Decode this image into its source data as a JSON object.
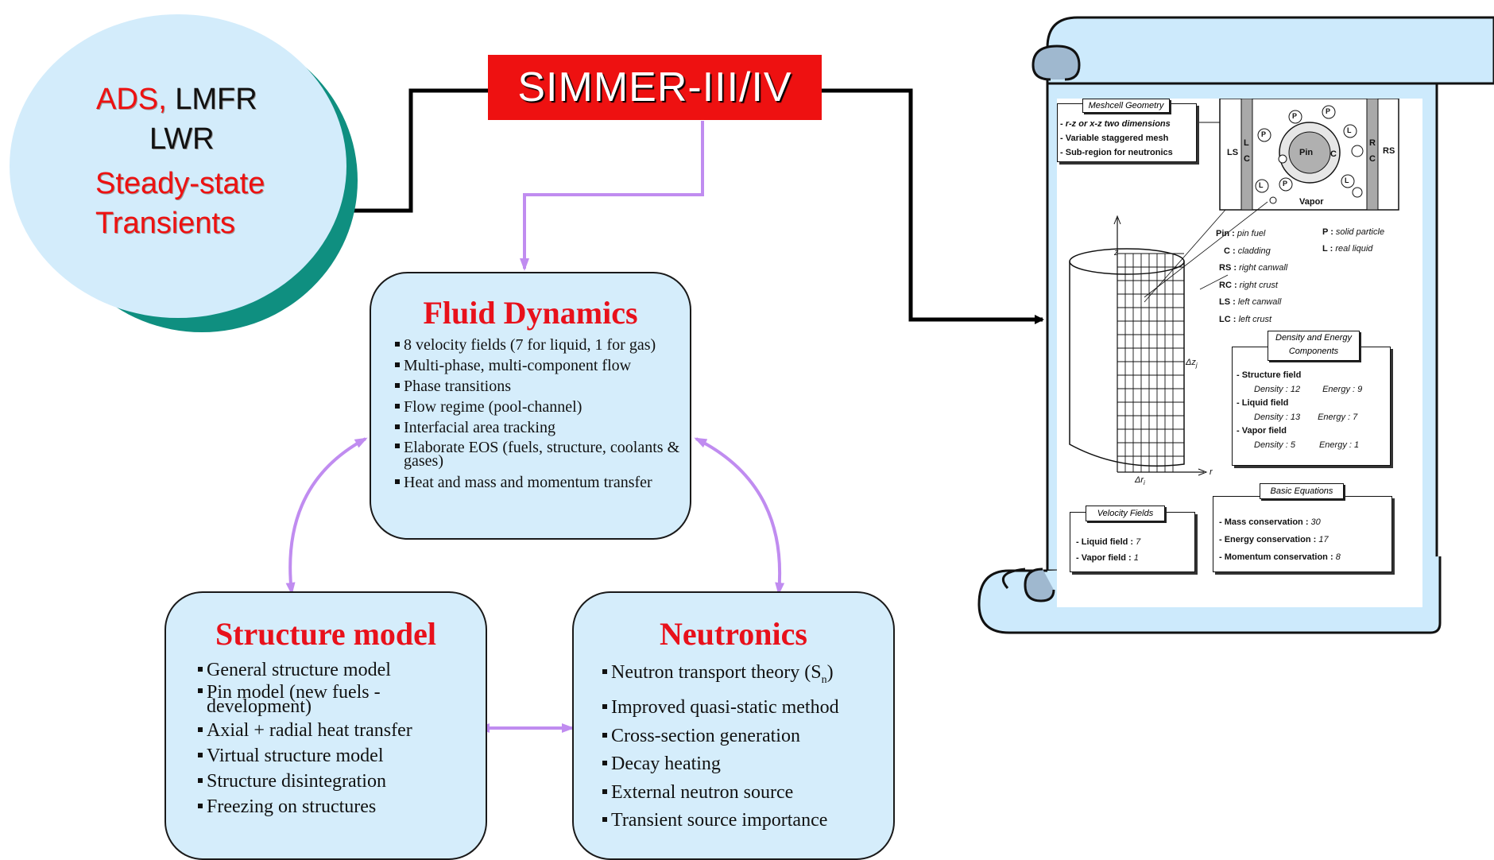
{
  "circle": {
    "line1_red": "ADS,",
    "line1_black": "LMFR",
    "line2": "LWR",
    "line3": "Steady-state",
    "line4": "Transients"
  },
  "title": "SIMMER-III/IV",
  "fluid_dynamics": {
    "heading": "Fluid Dynamics",
    "items": [
      "8 velocity fields (7 for liquid, 1 for gas)",
      "Multi-phase, multi-component flow",
      "Phase transitions",
      "Flow regime (pool-channel)",
      "Interfacial area tracking",
      "Elaborate EOS (fuels, structure, coolants & gases)",
      "Heat and mass and momentum transfer"
    ]
  },
  "structure_model": {
    "heading": "Structure model",
    "items": [
      "General structure model",
      "Pin model  (new fuels - development)",
      "Axial + radial heat transfer",
      "Virtual structure model",
      "Structure disintegration",
      "Freezing on structures"
    ]
  },
  "neutronics": {
    "heading": "Neutronics",
    "item1_prefix": "Neutron transport theory (S",
    "item1_sub": "n",
    "item1_suffix": ")",
    "items": [
      "Improved quasi-static method",
      "Cross-section generation",
      "Decay heating",
      "External neutron source",
      "Transient source importance"
    ]
  },
  "figure": {
    "meshcell_title": "Meshcell Geometry",
    "meshcell_items": [
      "r-z  or x-z  two dimensions",
      "Variable staggered mesh",
      "Sub-region for neutronics"
    ],
    "cell_labels": {
      "ls": "LS",
      "l": "L",
      "c": "C",
      "pin": "Pin",
      "r": "R",
      "rs": "RS",
      "vapor": "Vapor",
      "p": "P"
    },
    "legend": [
      {
        "key": "Pin :",
        "val": "pin fuel"
      },
      {
        "key": "C :",
        "val": "cladding"
      },
      {
        "key": "RS :",
        "val": "right canwall"
      },
      {
        "key": "RC :",
        "val": "right crust"
      },
      {
        "key": "LS :",
        "val": "left canwall"
      },
      {
        "key": "LC :",
        "val": "left crust"
      }
    ],
    "legend2": [
      {
        "key": "P :",
        "val": "solid particle"
      },
      {
        "key": "L :",
        "val": "real liquid"
      }
    ],
    "axis_z": "z",
    "axis_r": "r",
    "dz": "Δz",
    "dz_sub": "j",
    "dr": "Δr",
    "dr_sub": "i",
    "density_title": "Density and Energy Components",
    "fields": [
      {
        "name": "- Structure field",
        "density": "Density : 12",
        "energy": "Energy : 9"
      },
      {
        "name": "- Liquid field",
        "density": "Density :  13",
        "energy": "Energy :  7"
      },
      {
        "name": "- Vapor field",
        "density": "Density : 5",
        "energy": "Energy : 1"
      }
    ],
    "velocity_title": "Velocity Fields",
    "velocity_items": [
      {
        "key": "- Liquid field :",
        "val": "7"
      },
      {
        "key": "- Vapor field :",
        "val": "1"
      }
    ],
    "equations_title": "Basic Equations",
    "equations": [
      {
        "key": "- Mass conservation :",
        "val": "30"
      },
      {
        "key": "- Energy conservation :",
        "val": "17"
      },
      {
        "key": "- Momentum conservation :",
        "val": "8"
      }
    ]
  },
  "colors": {
    "accent_red": "#ee1111",
    "box_fill": "#d5edfb",
    "scroll_fill": "#cdeafc",
    "scroll_curl": "#9fb8cf",
    "lavender_arrow": "#c08cf0",
    "teal_shadow": "#0f8f80"
  }
}
